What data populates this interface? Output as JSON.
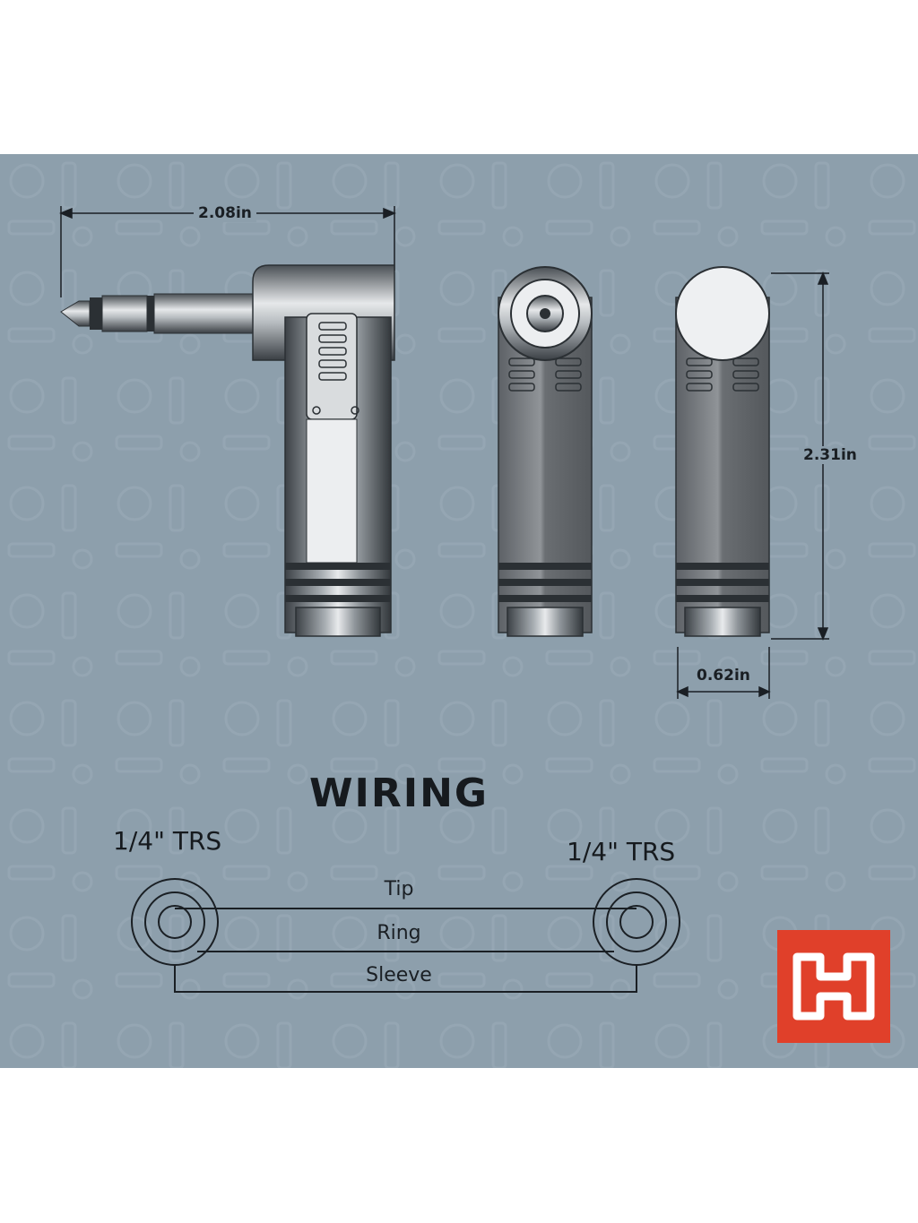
{
  "dimensions": {
    "width": "2.08in",
    "height": "2.31in",
    "depth": "0.62in"
  },
  "wiring": {
    "title": "WIRING",
    "left_connector": "1/4\" TRS",
    "right_connector": "1/4\" TRS",
    "lines": [
      "Tip",
      "Ring",
      "Sleeve"
    ]
  },
  "colors": {
    "background": "#8d9fac",
    "logo_red": "#e0402a",
    "text": "#161a1e"
  },
  "logo": {
    "icon": "hosa-h-logo-icon"
  }
}
